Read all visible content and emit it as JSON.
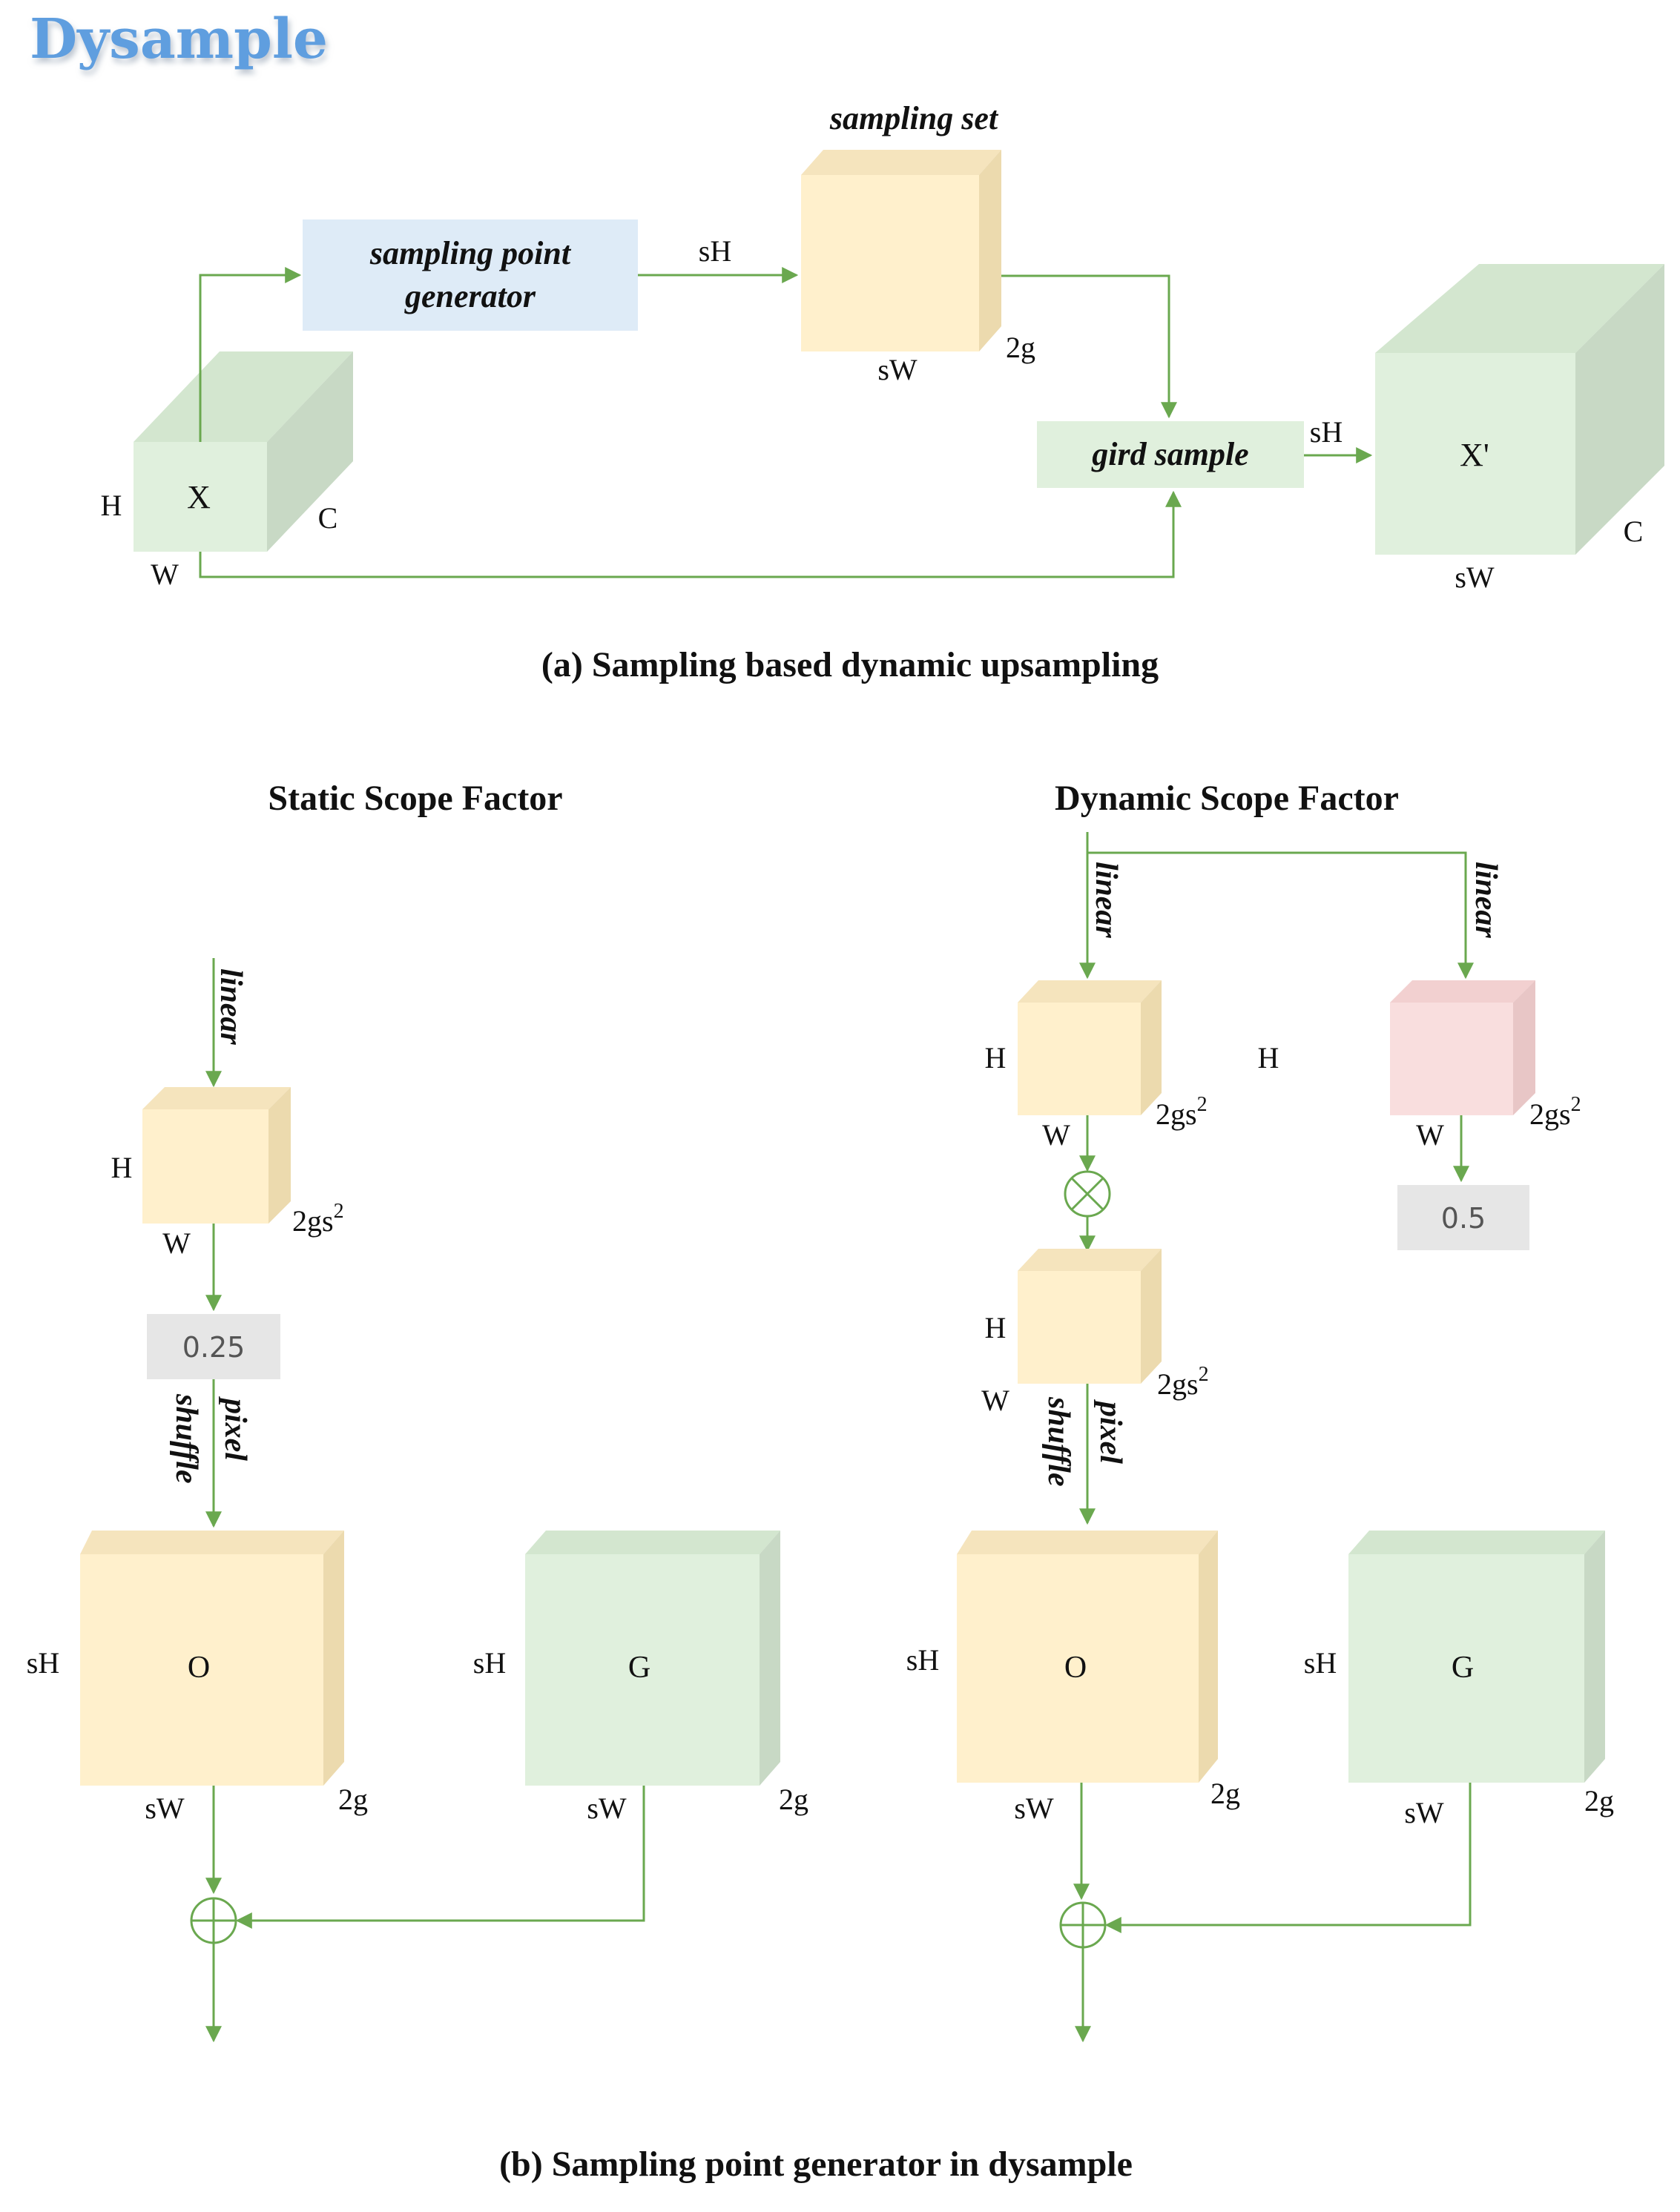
{
  "title": "Dysample",
  "colors": {
    "accent_title": "#5f9edf",
    "arrow_green": "#6aa84f",
    "green_box": "#e0f0dd",
    "yellow_box": "#fff0cc",
    "blue_box": "#deebf7",
    "pink_box": "#f9dede",
    "gray_box": "#e6e6e6"
  },
  "part_a": {
    "caption": "(a) Sampling based dynamic upsampling",
    "input_label": "X",
    "input_h": "H",
    "input_w": "W",
    "input_c": "C",
    "generator_line1": "sampling point",
    "generator_line2": "generator",
    "generator_out": "sH",
    "set_title": "sampling set",
    "set_w": "sW",
    "set_g": "2g",
    "grid_sample": "gird sample",
    "grid_out": "sH",
    "output_label": "X'",
    "output_w": "sW",
    "output_c": "C"
  },
  "part_b": {
    "caption": "(b) Sampling point generator in dysample",
    "static": {
      "title": "Static Scope Factor",
      "linear": "linear",
      "h": "H",
      "w": "W",
      "channels": "2gs",
      "channels_sup": "2",
      "factor": "0.25",
      "pixel": "pixel",
      "shuffle": "shuffle",
      "o_label": "O",
      "o_h": "sH",
      "o_w": "sW",
      "o_g": "2g",
      "g_label": "G",
      "g_h": "sH",
      "g_w": "sW",
      "g_g": "2g"
    },
    "dynamic": {
      "title": "Dynamic Scope Factor",
      "linear_left": "linear",
      "linear_right": "linear",
      "box1_h": "H",
      "box1_w": "W",
      "box1_channels": "2gs",
      "box1_sup": "2",
      "pink_h": "H",
      "pink_w": "W",
      "pink_channels": "2gs",
      "pink_sup": "2",
      "factor": "0.5",
      "box2_h": "H",
      "box2_w": "W",
      "box2_channels": "2gs",
      "box2_sup": "2",
      "pixel": "pixel",
      "shuffle": "shuffle",
      "o_label": "O",
      "o_h": "sH",
      "o_w": "sW",
      "o_g": "2g",
      "g_label": "G",
      "g_h": "sH",
      "g_w": "sW",
      "g_g": "2g"
    }
  }
}
